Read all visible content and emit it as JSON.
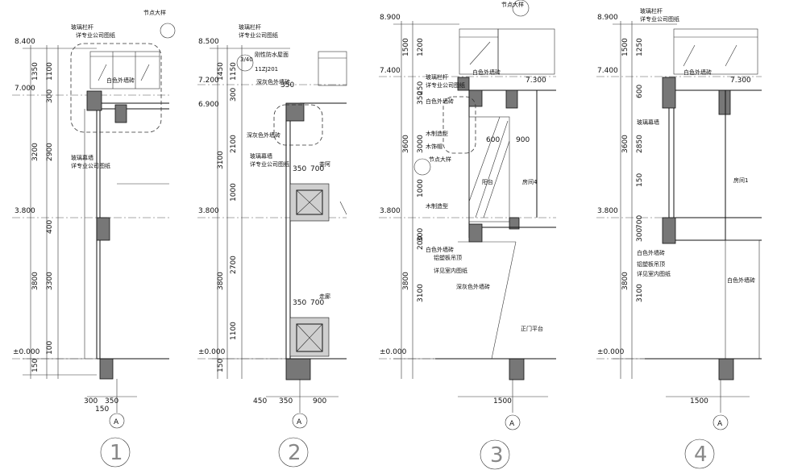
{
  "details": [
    {
      "number": "1",
      "axis": "A",
      "top_elevation": "8.400",
      "levels": [
        "7.000",
        "3.800",
        "±0.000"
      ],
      "vertical_dims": [
        "1350",
        "1100",
        "300",
        "3200",
        "2900",
        "400",
        "3800",
        "3300",
        "100",
        "150"
      ],
      "horizontal_dims": [
        "300",
        "350",
        "150"
      ],
      "notes": [
        "玻璃栏杆",
        "详专业公司图纸",
        "白色外墙砖",
        "玻璃幕墙",
        "详专业公司图纸"
      ],
      "callout": "节点大样"
    },
    {
      "number": "2",
      "axis": "A",
      "top_elevation": "8.500",
      "levels": [
        "7.200",
        "6.900",
        "3.800",
        "±0.000"
      ],
      "vertical_dims": [
        "1450",
        "1150",
        "300",
        "3100",
        "2100",
        "1000",
        "3800",
        "2700",
        "1100",
        "150"
      ],
      "horizontal_dims": [
        "450",
        "350",
        "900",
        "350",
        "700",
        "350",
        "700",
        "350"
      ],
      "notes": [
        "玻璃栏杆",
        "详专业公司图纸",
        "刚性防水屋面",
        "11ZJ201",
        "深灰色外墙砖",
        "玻璃幕墙",
        "详专业公司图纸",
        "深灰色外墙砖",
        "茶阿",
        "走廊"
      ],
      "callout_ref": "3\n40"
    },
    {
      "number": "3",
      "axis": "A",
      "top_elevation": "8.900",
      "levels": [
        "7.400",
        "7.300",
        "3.800",
        "±0.000"
      ],
      "vertical_dims": [
        "1500",
        "1200",
        "250",
        "350",
        "3600",
        "3000",
        "1000",
        "300",
        "200",
        "3800",
        "3100"
      ],
      "horizontal_dims": [
        "600",
        "900",
        "1500"
      ],
      "notes": [
        "节点大样",
        "玻璃栏杆",
        "详专业公司图纸",
        "白色外墙砖",
        "白色外墙砖",
        "木制造型",
        "木饰帽",
        "节点大样",
        "阳台",
        "房间4",
        "木制造型",
        "白色外墙砖",
        "铝塑板吊顶",
        "详见室内图纸",
        "深灰色外墙砖",
        "正门平台"
      ]
    },
    {
      "number": "4",
      "axis": "A",
      "top_elevation": "8.900",
      "levels": [
        "7.400",
        "7.300",
        "3.800",
        "±0.000"
      ],
      "vertical_dims": [
        "1500",
        "1250",
        "600",
        "3600",
        "2850",
        "150",
        "700",
        "300",
        "3800",
        "3100"
      ],
      "horizontal_dims": [
        "1500"
      ],
      "notes": [
        "玻璃栏杆",
        "详专业公司图纸",
        "白色外墙砖",
        "玻璃幕墙",
        "房间1",
        "白色外墙砖",
        "铝塑板吊顶",
        "详见室内图纸",
        "白色外墙砖"
      ]
    }
  ]
}
